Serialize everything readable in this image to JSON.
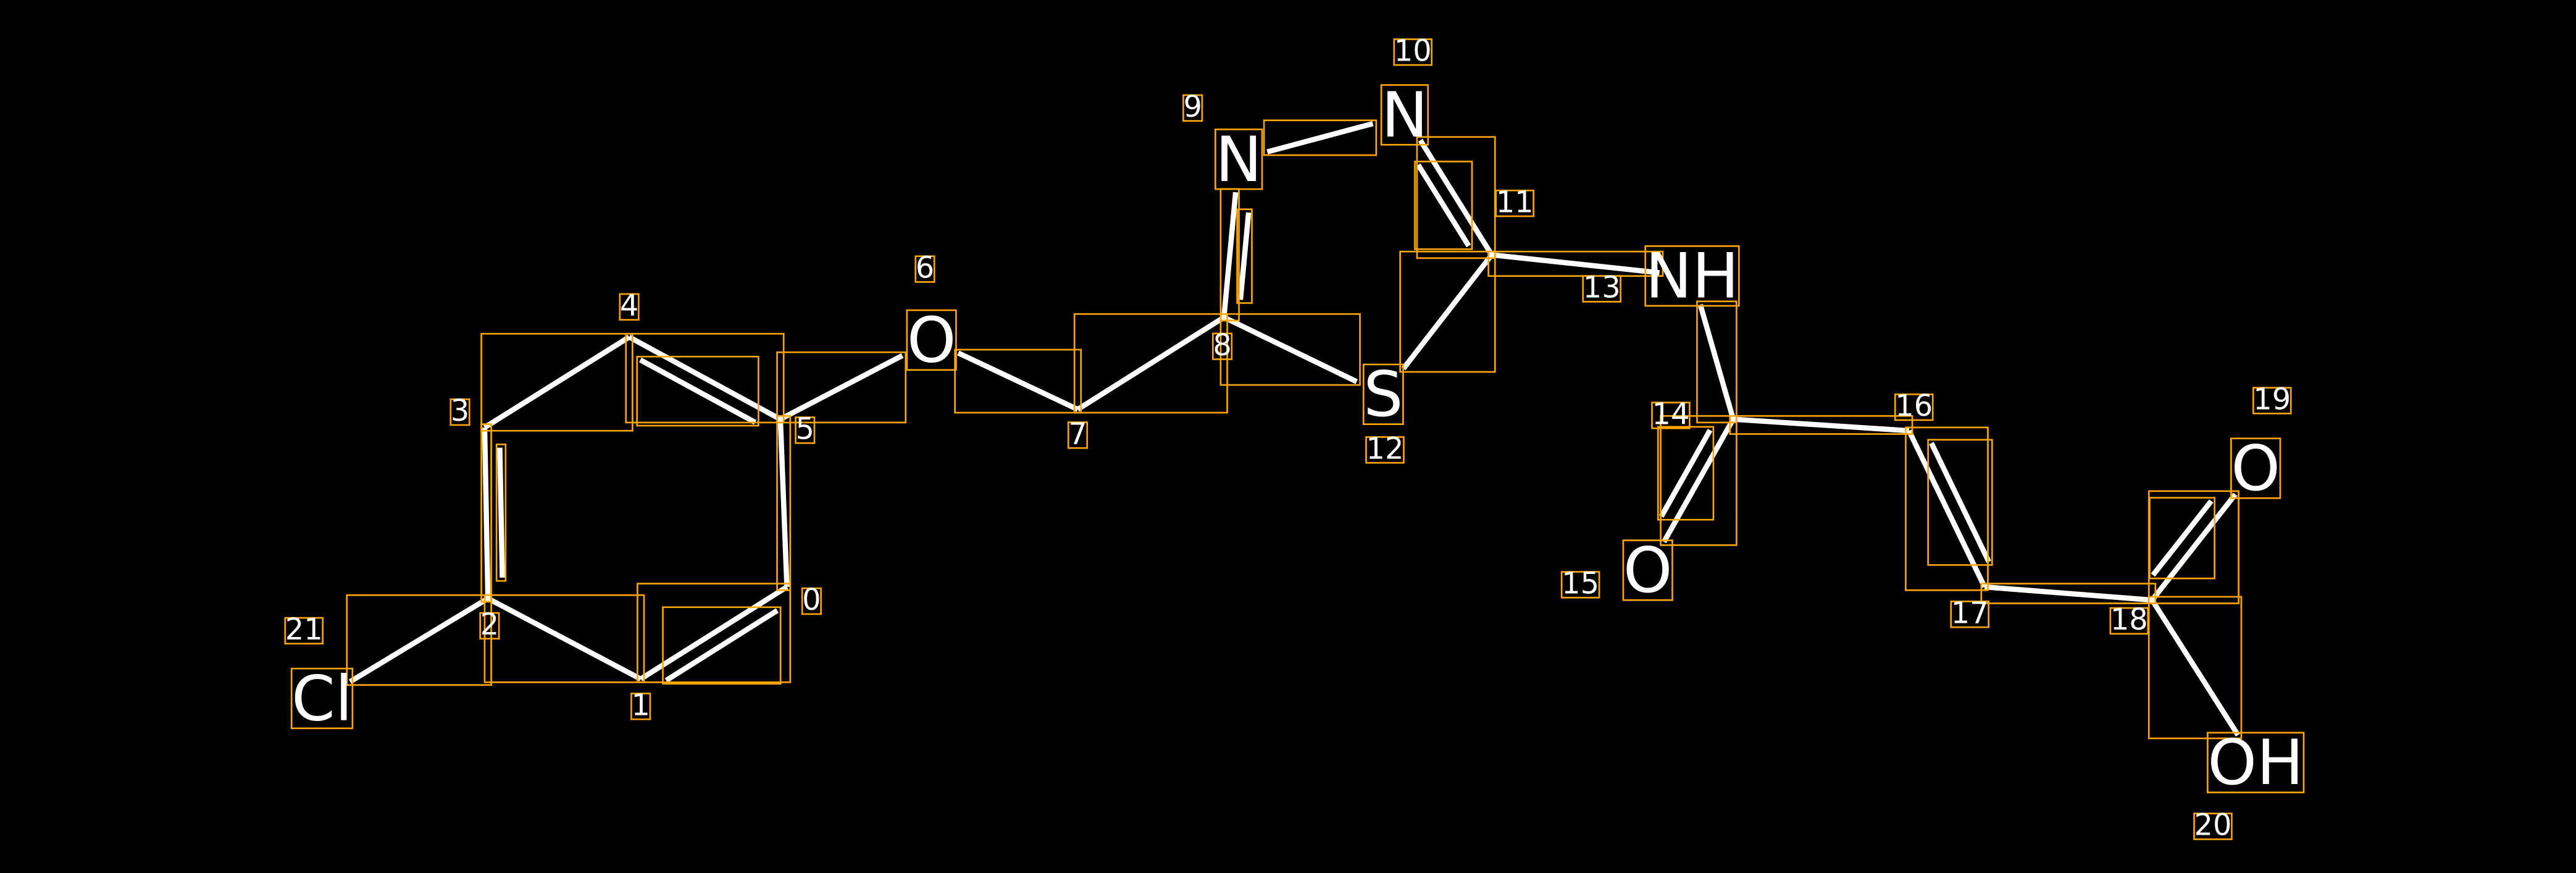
{
  "title": "Molecule structure with atom indices",
  "colors": {
    "background": "#000000",
    "bond": "#ffffff",
    "box": "#ffa500"
  },
  "atoms": [
    {
      "index": "0",
      "label": ""
    },
    {
      "index": "1",
      "label": ""
    },
    {
      "index": "2",
      "label": ""
    },
    {
      "index": "3",
      "label": ""
    },
    {
      "index": "4",
      "label": ""
    },
    {
      "index": "5",
      "label": ""
    },
    {
      "index": "6",
      "label": "O"
    },
    {
      "index": "7",
      "label": ""
    },
    {
      "index": "8",
      "label": ""
    },
    {
      "index": "9",
      "label": "N"
    },
    {
      "index": "10",
      "label": "N"
    },
    {
      "index": "11",
      "label": ""
    },
    {
      "index": "12",
      "label": "S"
    },
    {
      "index": "13",
      "label": "NH"
    },
    {
      "index": "14",
      "label": ""
    },
    {
      "index": "15",
      "label": "O"
    },
    {
      "index": "16",
      "label": ""
    },
    {
      "index": "17",
      "label": ""
    },
    {
      "index": "18",
      "label": ""
    },
    {
      "index": "19",
      "label": "O"
    },
    {
      "index": "20",
      "label": "OH"
    },
    {
      "index": "21",
      "label": "Cl"
    }
  ],
  "bonds": [
    [
      0,
      1,
      2
    ],
    [
      1,
      2,
      1
    ],
    [
      2,
      3,
      2
    ],
    [
      3,
      4,
      1
    ],
    [
      4,
      5,
      2
    ],
    [
      5,
      0,
      1
    ],
    [
      5,
      6,
      1
    ],
    [
      6,
      7,
      1
    ],
    [
      7,
      8,
      1
    ],
    [
      8,
      9,
      2
    ],
    [
      9,
      10,
      1
    ],
    [
      10,
      11,
      2
    ],
    [
      11,
      12,
      1
    ],
    [
      12,
      8,
      1
    ],
    [
      11,
      13,
      1
    ],
    [
      13,
      14,
      1
    ],
    [
      14,
      15,
      2
    ],
    [
      14,
      16,
      1
    ],
    [
      16,
      17,
      2
    ],
    [
      17,
      18,
      1
    ],
    [
      18,
      19,
      2
    ],
    [
      18,
      20,
      1
    ],
    [
      2,
      21,
      1
    ]
  ]
}
